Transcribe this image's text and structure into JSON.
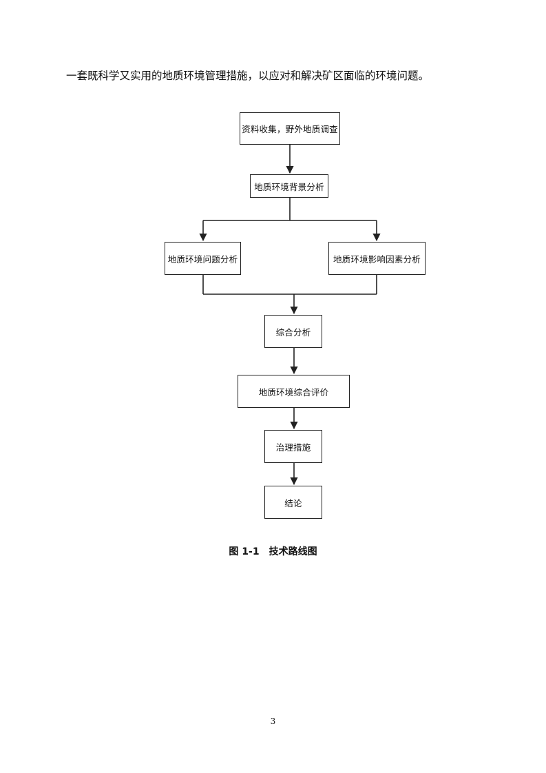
{
  "document": {
    "intro_line": "一套既科学又实用的地质环境管理措施，以应对和解决矿区面临的环境问题。",
    "page_number": "3"
  },
  "flowchart": {
    "nodes": {
      "collect": "资料收集，野外地质调查",
      "background": "地质环境背景分析",
      "problems": "地质环境问题分析",
      "factors": "地质环境影响因素分析",
      "synthesis": "综合分析",
      "evaluation": "地质环境综合评价",
      "measures": "治理措施",
      "conclusion": "结论"
    }
  },
  "figure": {
    "number": "图 1-1",
    "title": "技术路线图"
  }
}
